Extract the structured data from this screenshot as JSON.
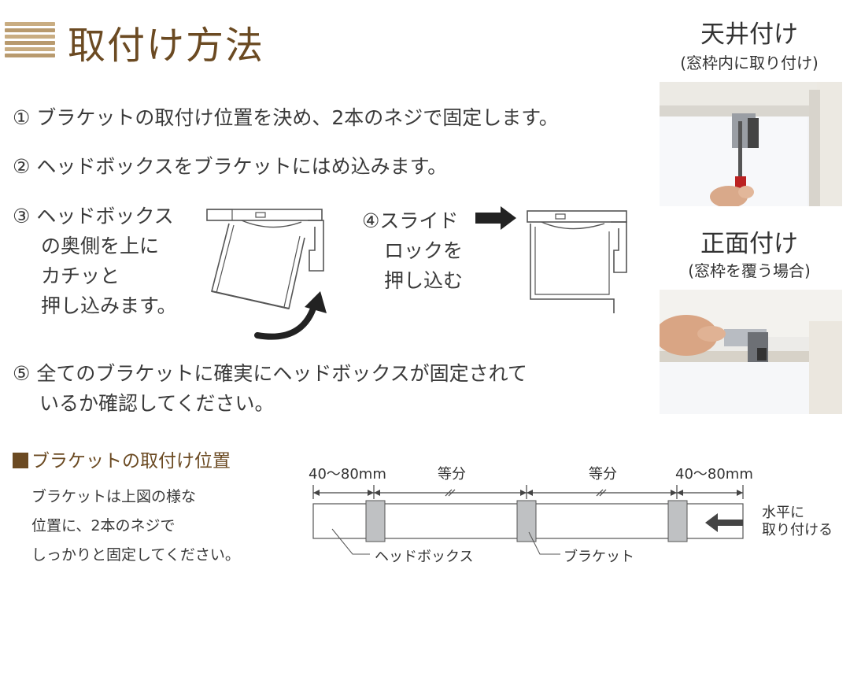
{
  "header": {
    "title": "取付け方法"
  },
  "steps": {
    "s1": "① ブラケットの取付け位置を決め、2本のネジで固定します。",
    "s2": "② ヘッドボックスをブラケットにはめ込みます。",
    "s3": [
      "③ ヘッドボックス",
      "の奥側を上に",
      "カチッと",
      "押し込みます。"
    ],
    "s4": [
      "④スライド",
      "ロックを",
      "押し込む"
    ],
    "s5": [
      "⑤ 全てのブラケットに確実にヘッドボックスが固定されて",
      "いるか確認してください。"
    ]
  },
  "side": {
    "ceiling_title": "天井付け",
    "ceiling_sub": "(窓枠内に取り付け)",
    "front_title": "正面付け",
    "front_sub": "(窓枠を覆う場合)"
  },
  "position": {
    "title": "ブラケットの取付け位置",
    "note": [
      "ブラケットは上図の様な",
      "位置に、2本のネジで",
      "しっかりと固定してください。"
    ],
    "dims": [
      "40〜80mm",
      "等分",
      "等分",
      "40〜80mm"
    ],
    "label_headbox": "ヘッドボックス",
    "label_bracket": "ブラケット",
    "label_horizontal": [
      "水平に",
      "取り付ける"
    ]
  }
}
